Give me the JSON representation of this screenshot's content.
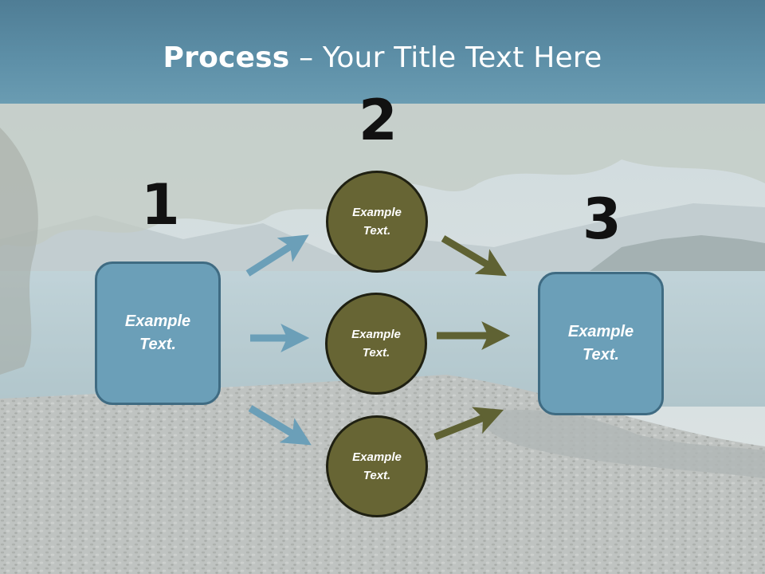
{
  "title": {
    "bold": "Process",
    "rest": " – Your Title Text Here"
  },
  "steps": [
    {
      "number": "1",
      "label": "Example Text."
    },
    {
      "number": "2",
      "circles": [
        "Example Text.",
        "Example Text.",
        "Example Text."
      ]
    },
    {
      "number": "3",
      "label": "Example Text."
    }
  ],
  "colors": {
    "title_band": "#5e90a8",
    "box_fill": "#6b9fb8",
    "circle_fill": "#676534",
    "blue_arrow": "#6b9fb8",
    "olive_arrow": "#5f6233"
  }
}
